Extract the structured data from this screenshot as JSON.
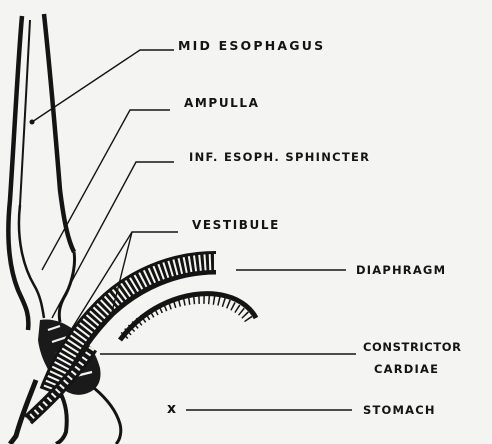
{
  "labels": {
    "mid_esophagus": "MID ESOPHAGUS",
    "ampulla": "AMPULLA",
    "inf_esoph_sphincter": "INF. ESOPH. SPHINCTER",
    "vestibule": "VESTIBULE",
    "diaphragm": "DIAPHRAGM",
    "constrictor": "CONSTRICTOR",
    "cardiae": "CARDIAE",
    "stomach": "STOMACH",
    "stomach_marker": "x"
  },
  "colors": {
    "background": "#f4f4f2",
    "ink": "#141414"
  }
}
